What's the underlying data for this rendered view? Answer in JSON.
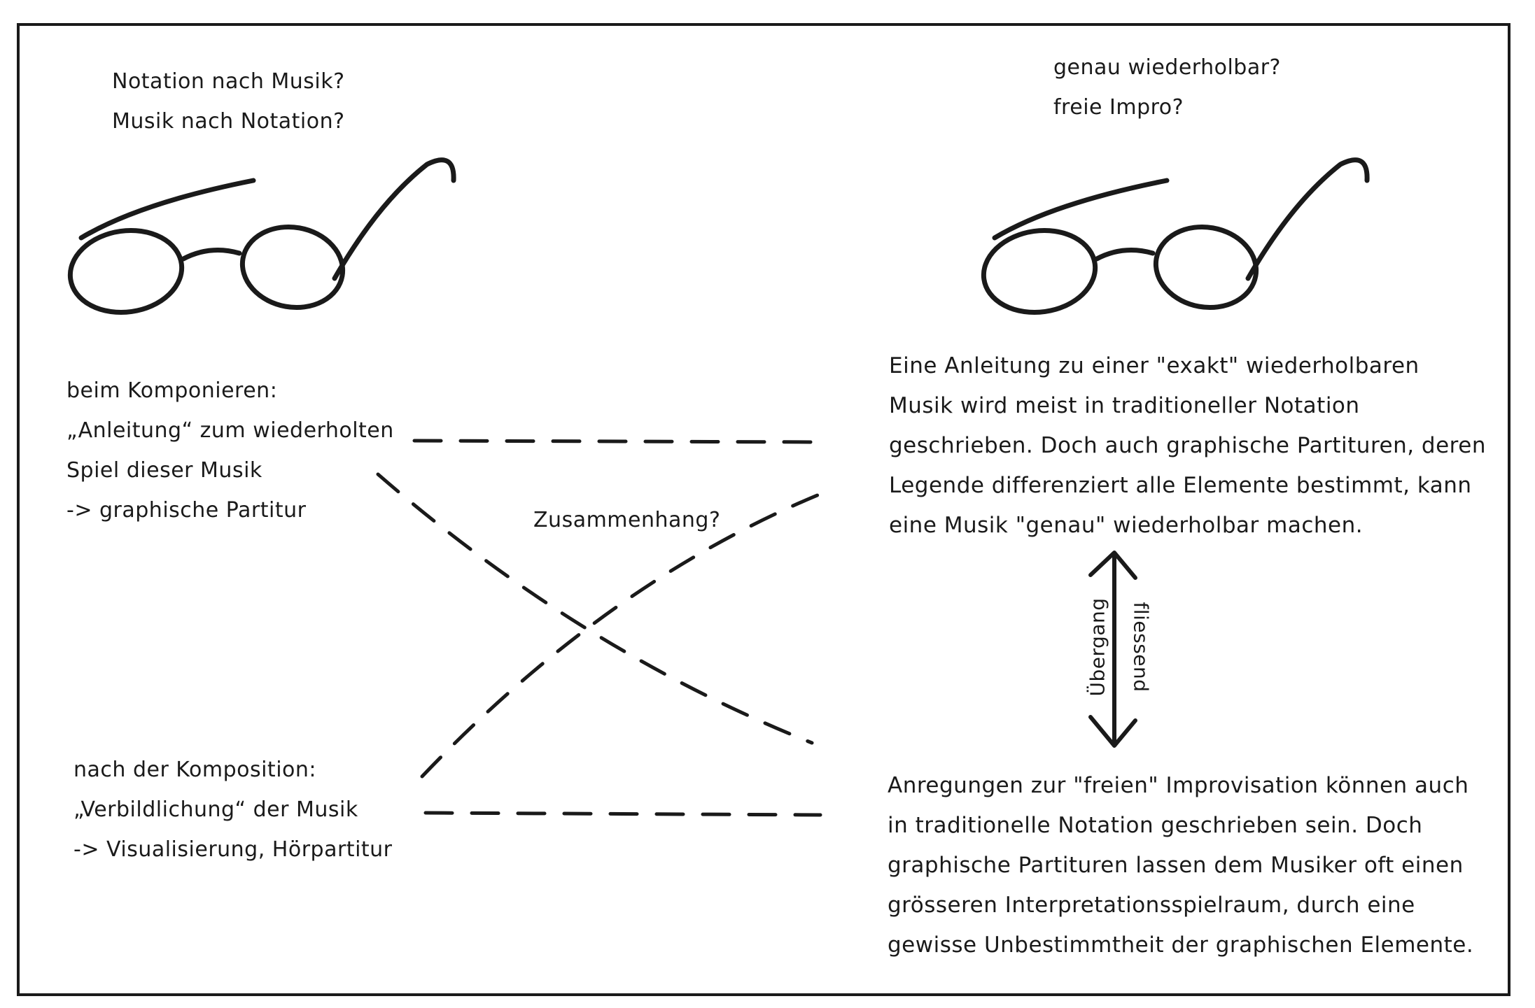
{
  "left_question": {
    "lines": [
      "Notation nach Musik?",
      "Musik nach Notation?"
    ]
  },
  "right_question": {
    "lines": [
      "genau wiederholbar?",
      "freie Impro?"
    ]
  },
  "composing_block": {
    "lines": [
      "beim Komponieren:",
      "„Anleitung“ zum wiederholten",
      "Spiel dieser Musik",
      "-> graphische Partitur"
    ]
  },
  "after_block": {
    "lines": [
      "nach der Komposition:",
      "„Verbildlichung“ der Musik",
      "-> Visualisierung, Hörpartitur"
    ]
  },
  "center_label": "Zusammenhang?",
  "exact_block": {
    "lines": [
      "Eine Anleitung zu einer \"exakt\" wiederholbaren",
      "Musik wird meist in traditioneller Notation",
      "geschrieben. Doch auch graphische Partituren, deren",
      "Legende differenziert alle Elemente bestimmt, kann",
      "eine Musik \"genau\" wiederholbar machen."
    ]
  },
  "impro_block": {
    "lines": [
      "Anregungen zur \"freien\" Improvisation können auch",
      "in traditionelle Notation geschrieben sein. Doch",
      "graphische Partituren lassen dem Musiker oft einen",
      "grösseren Interpretationsspielraum, durch eine",
      "gewisse Unbestimmtheit der graphischen Elemente."
    ]
  },
  "arrow_label": {
    "word1": "Übergang",
    "word2": "fliessend"
  },
  "icons": {
    "left_glasses": "glasses-icon",
    "right_glasses": "glasses-icon",
    "arrow": "double-arrow-vertical-icon"
  },
  "colors": {
    "ink": "#1a1a1a",
    "background": "#ffffff"
  }
}
